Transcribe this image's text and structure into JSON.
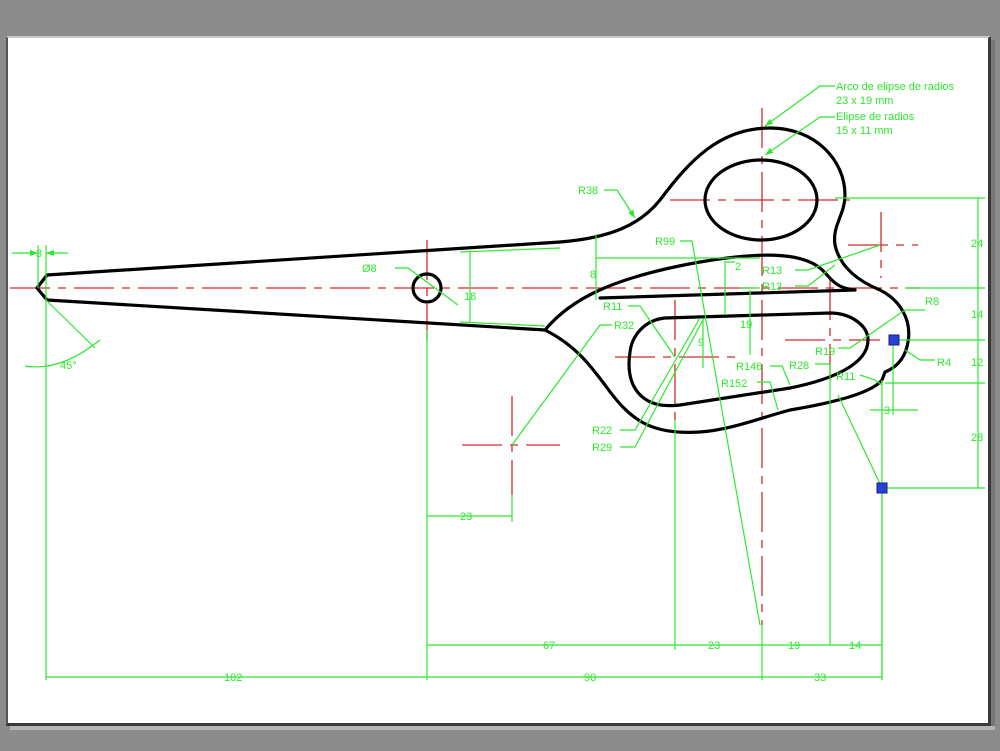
{
  "colors": {
    "background": "#8c8c8c",
    "sheet": "#ffffff",
    "outline": "#000000",
    "dimension": "#2ee82e",
    "centerline": "#d42a2a",
    "grip": "#2a3fd4"
  },
  "notes": {
    "ellipse_arc_line1": "Arco de elipse de radios",
    "ellipse_arc_line2": "23 x 19 mm",
    "ellipse_line1": "Elipse de radios",
    "ellipse_line2": "15 x 11 mm"
  },
  "labels": {
    "tip_width": "3",
    "tip_angle": "45°",
    "pivot_diameter": "Ø8",
    "blade_height": "18",
    "r38": "R38",
    "r99": "R99",
    "dim8": "8",
    "dim2": "2",
    "r13a": "R13",
    "r13b": "R13",
    "r8": "R8",
    "r4": "R4",
    "r11_top": "R11",
    "r32": "R32",
    "dim19": "19",
    "dim9": "9",
    "r146": "R146",
    "r152": "R152",
    "r28": "R28",
    "r19": "R19",
    "r11_right": "R11",
    "r22": "R22",
    "r29": "R29",
    "dim3_right": "3",
    "offset23": "23",
    "right_24": "24",
    "right_14": "14",
    "right_12": "12",
    "right_28": "28",
    "bottom_67": "67",
    "bottom_23": "23",
    "bottom_19": "19",
    "bottom_14": "14",
    "bottom_102": "102",
    "bottom_90": "90",
    "bottom_33": "33"
  }
}
